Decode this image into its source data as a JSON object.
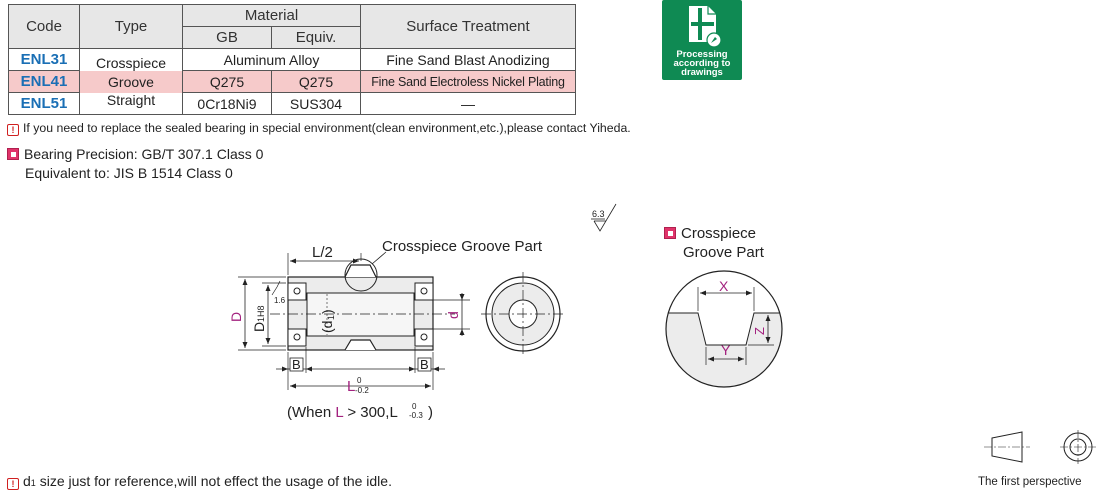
{
  "table": {
    "headers": {
      "code": "Code",
      "type": "Type",
      "material": "Material",
      "gb": "GB",
      "equiv": "Equiv.",
      "surface": "Surface Treatment"
    },
    "type_lines": [
      "Crosspiece",
      "Groove",
      "Straight"
    ],
    "rows": [
      {
        "code": "ENL31",
        "material_span": "Aluminum Alloy",
        "surface": "Fine Sand Blast Anodizing"
      },
      {
        "code": "ENL41",
        "gb": "Q275",
        "equiv": "Q275",
        "surface": "Fine Sand Electroless Nickel Plating"
      },
      {
        "code": "ENL51",
        "gb": "0Cr18Ni9",
        "equiv": "SUS304",
        "surface": "—"
      }
    ]
  },
  "badge": {
    "lines": [
      "Processing",
      "according to",
      "drawings"
    ]
  },
  "notes": {
    "sealed": "If you need to replace the sealed bearing in special environment(clean environment,etc.),please contact Yiheda.",
    "precision": "Bearing Precision: GB/T 307.1 Class 0",
    "equivalent": "Equivalent to:  JIS  B 1514 Class 0",
    "d1_prefix": "d",
    "d1_sub": "1",
    "d1_rest": " size just for reference,will not effect the usage of the idle."
  },
  "drawing": {
    "l_half": "L/2",
    "groove_part": "Crosspiece Groove Part",
    "d_upper": "D",
    "d1h8": "D",
    "d1h8_sub": "1H8",
    "roughness_small": "1.6",
    "d1_paren": "(d",
    "d1_paren_sub": "1",
    "d1_paren_end": ")",
    "d_small": "d",
    "b_left": "B",
    "b_right": "B",
    "l_main": "L",
    "l_tol_top": "0",
    "l_tol_bot": "-0.2",
    "when_prefix": "(When ",
    "when_l": "L",
    "when_mid": " > 300,L",
    "when_tol_top": "0",
    "when_tol_bot": "-0.3",
    "when_end": ")",
    "roughness_main": "6.3"
  },
  "detail": {
    "title_line1": "Crosspiece",
    "title_line2": "Groove Part",
    "x": "X",
    "y": "Y",
    "z": "Z"
  },
  "projection": {
    "label": "The first perspective"
  },
  "colors": {
    "code_blue": "#1a6fb5",
    "highlight": "#f6caca",
    "badge_green": "#0f8a53",
    "dim_magenta": "#a3227f",
    "warn_red": "#d02020"
  }
}
